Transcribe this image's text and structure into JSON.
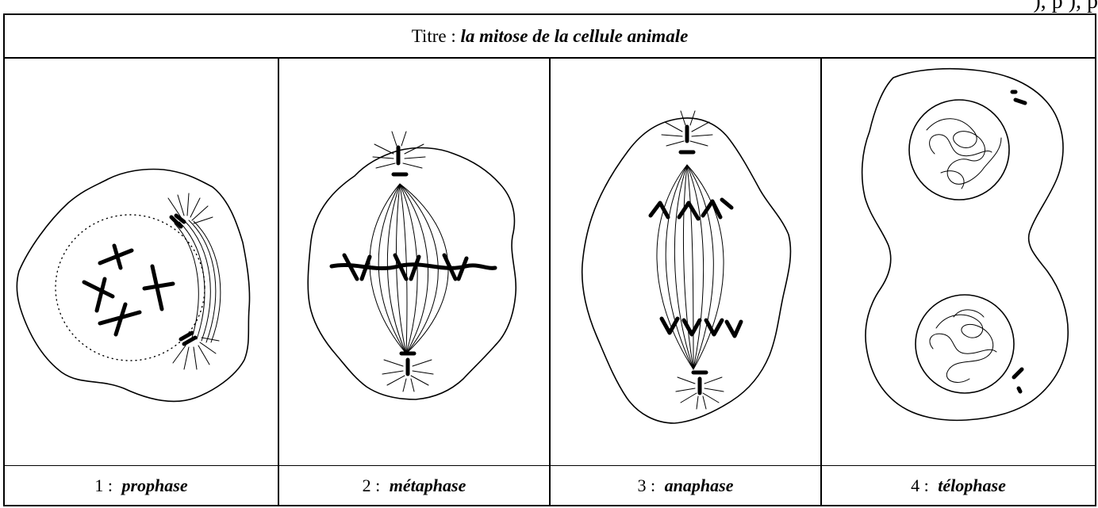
{
  "top_cut_text": "), p        ), p",
  "title": {
    "prefix": "Titre : ",
    "main": "la mitose de la cellule animale"
  },
  "panels": [
    {
      "number": "1",
      "separator": " : ",
      "phase": "prophase"
    },
    {
      "number": "2",
      "separator": " : ",
      "phase": "métaphase"
    },
    {
      "number": "3",
      "separator": " : ",
      "phase": "anaphase"
    },
    {
      "number": "4",
      "separator": " : ",
      "phase": "télophase"
    }
  ]
}
